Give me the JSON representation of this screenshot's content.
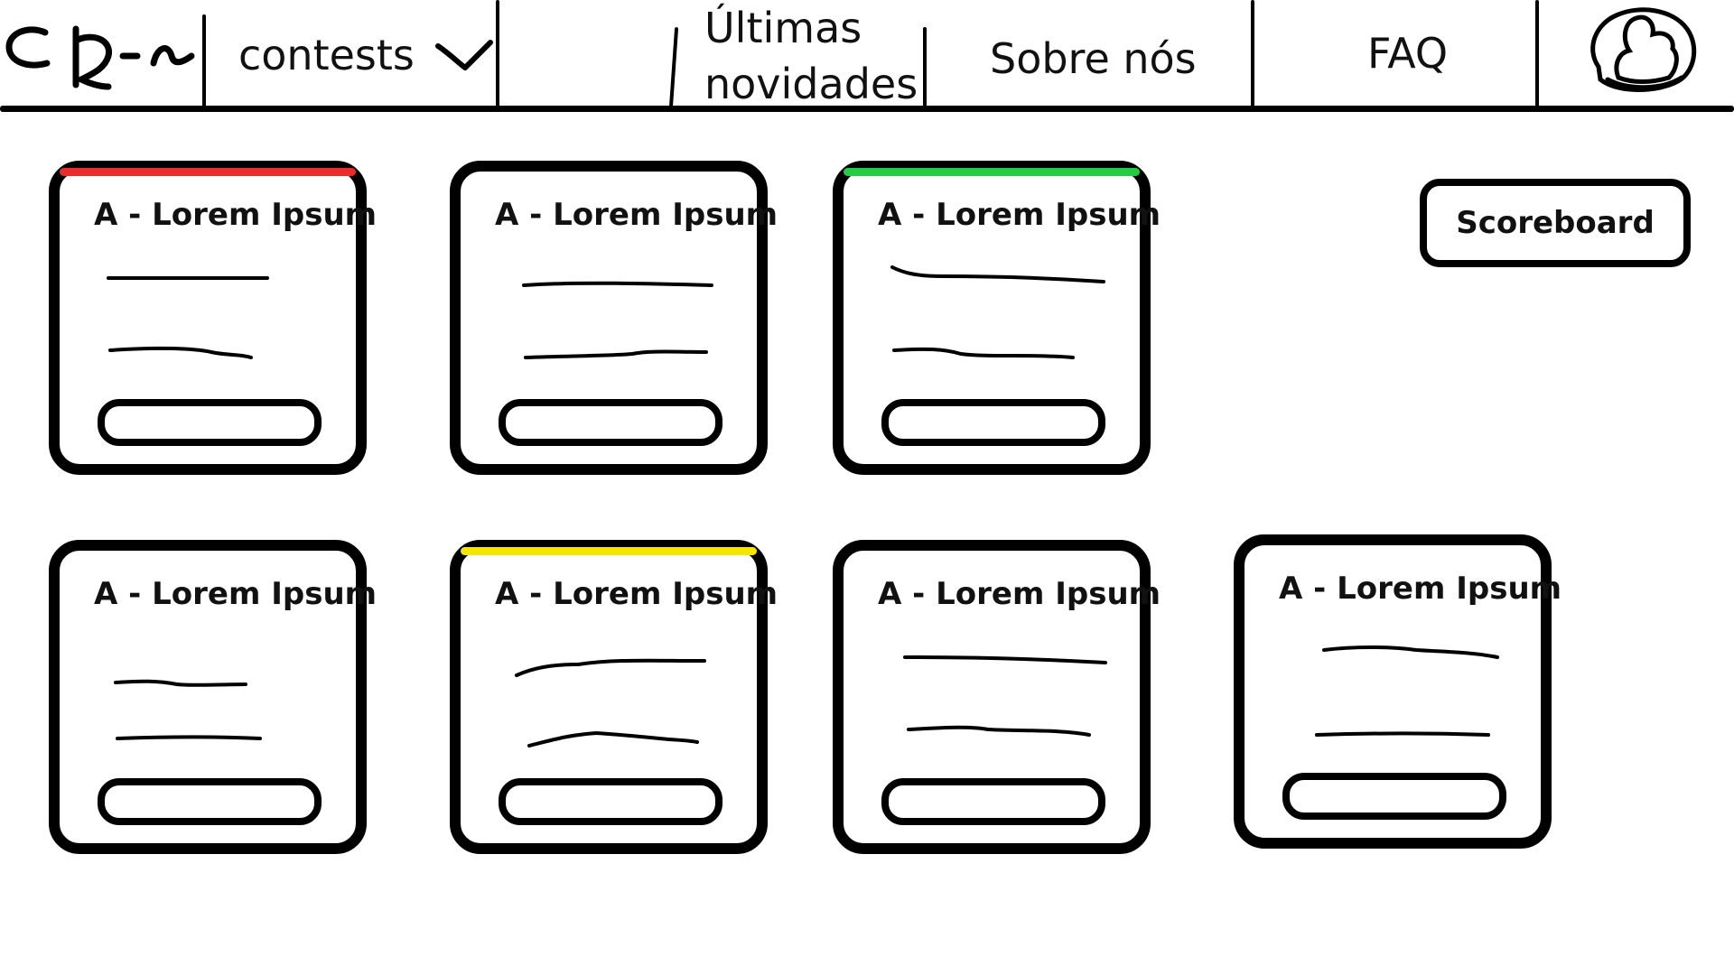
{
  "nav": {
    "logo_icon": "handwritten-logo-icon",
    "contests_label": "contests",
    "contests_icon": "chevron-down-icon",
    "news_line1": "Últimas",
    "news_line2": "novidades",
    "about_label": "Sobre nós",
    "faq_label": "FAQ",
    "avatar_icon": "user-avatar-icon"
  },
  "scoreboard_label": "Scoreboard",
  "cards": [
    {
      "title": "A - Lorem Ipsum",
      "accent": "#ee2b2b"
    },
    {
      "title": "A - Lorem Ipsum",
      "accent": ""
    },
    {
      "title": "A - Lorem Ipsum",
      "accent": "#22cc44"
    },
    {
      "title": "A - Lorem Ipsum",
      "accent": ""
    },
    {
      "title": "A - Lorem Ipsum",
      "accent": "#f4e600"
    },
    {
      "title": "A - Lorem Ipsum",
      "accent": ""
    },
    {
      "title": "A - Lorem Ipsum",
      "accent": ""
    }
  ]
}
